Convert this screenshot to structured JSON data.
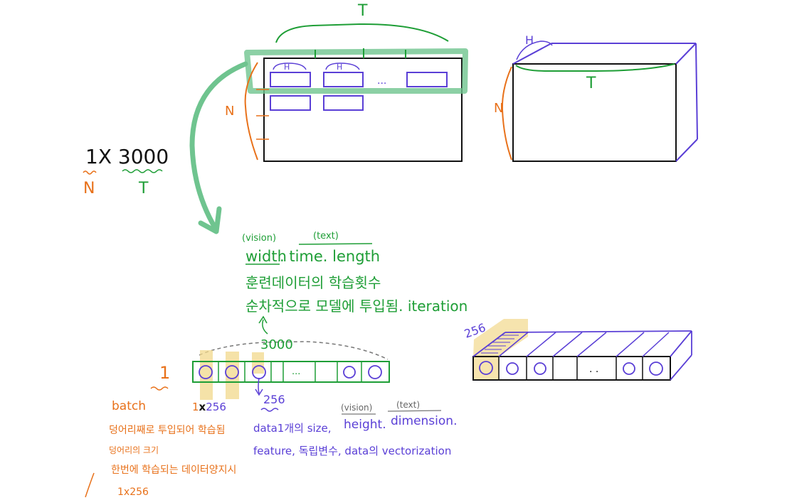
{
  "top_left": {
    "T_label": "T",
    "H_label_1": "H",
    "H_label_2": "H",
    "dots": "...",
    "N_label": "N"
  },
  "top_right": {
    "H_label": "H",
    "T_label": "T",
    "N_label": "N"
  },
  "shape": {
    "text": "1X 3000",
    "N_label": "N",
    "T_label": "T"
  },
  "width_note": {
    "vision_tag": "(vision)",
    "text_tag": "(text)",
    "width": "width",
    "time_length": ". time. length",
    "line2": "훈련데이터의 학습횟수",
    "line3": "순차적으로 모델에 투입됨. iteration"
  },
  "sequence": {
    "count_label": "3000",
    "row_label": "1",
    "dots": "...",
    "batch_size_label": "1x256",
    "batch_size_x": "x",
    "batch_size_num": "256",
    "feature_label": "256"
  },
  "batch_note": {
    "title": "batch",
    "line1": "덩어리째로 투입되어 학습됨",
    "line2": "덩어리의 크기",
    "line3": "한번에 학습되는 데이터양지시",
    "line4": "1x256"
  },
  "feature_note": {
    "vision_tag": "(vision)",
    "text_tag": "(text)",
    "line1_a": "data1개의 size,",
    "height": "height.",
    "dimension": "dimension.",
    "line2": "feature, 독립변수, data의 vectorization"
  },
  "tensor_3d": {
    "depth_label": "256",
    "dots": ". ."
  }
}
